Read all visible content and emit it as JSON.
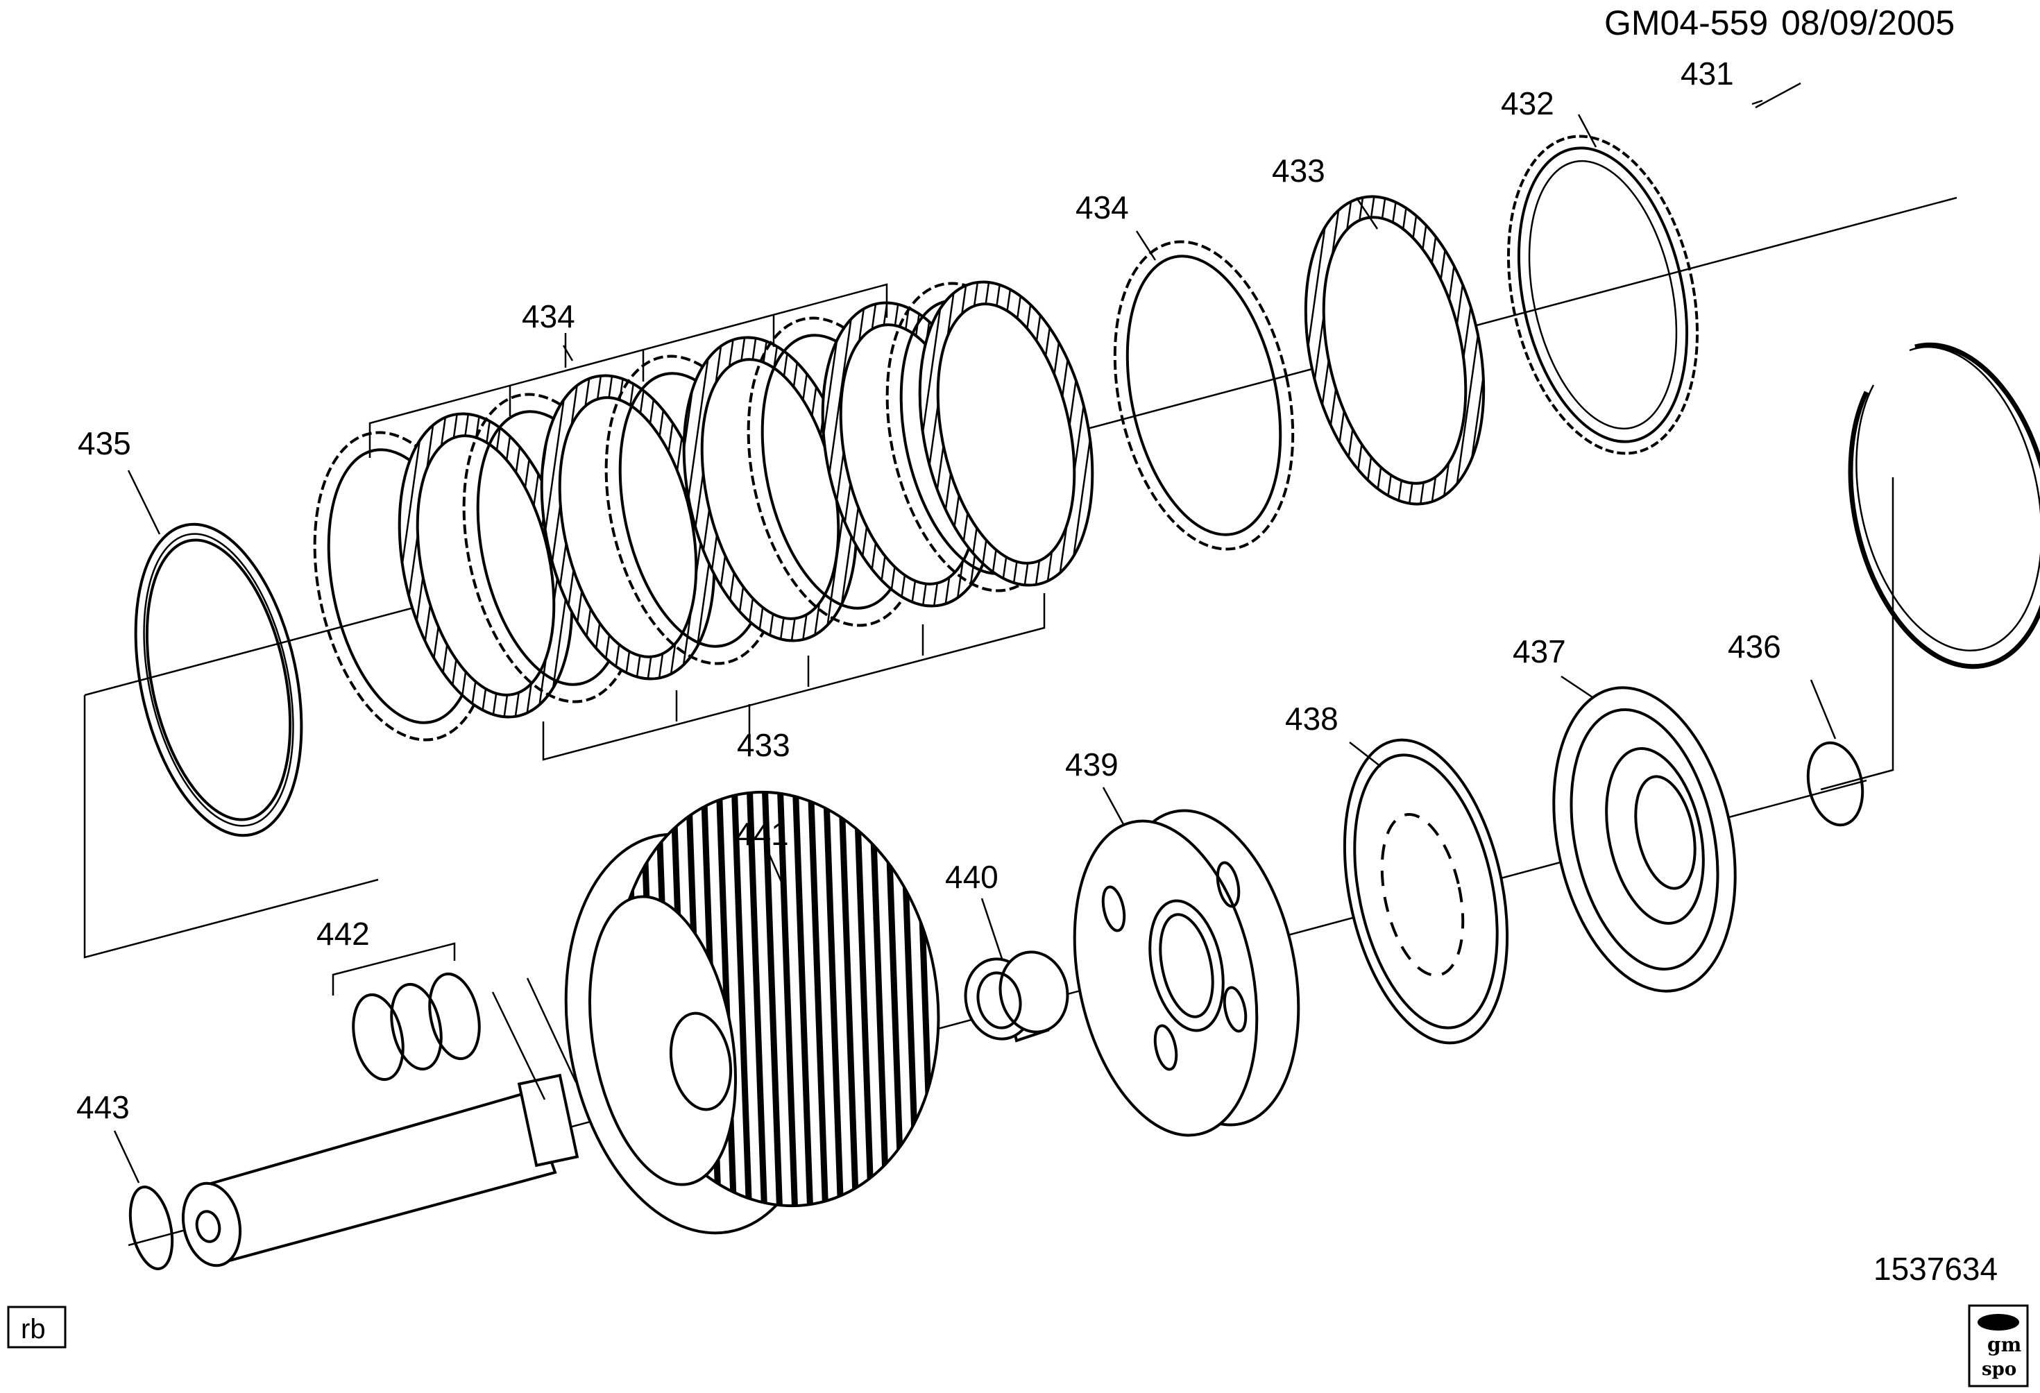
{
  "header": {
    "drawing_code": "GM04-559",
    "date": "08/09/2005"
  },
  "footer": {
    "illustration_number": "1537634",
    "author_initials": "rb",
    "logo_text_top": "gm",
    "logo_text_bottom": "spo"
  },
  "callouts": {
    "c431": "431",
    "c432": "432",
    "c433_top": "433",
    "c434_top": "434",
    "c434_group": "434",
    "c433_group": "433",
    "c435": "435",
    "c436": "436",
    "c437": "437",
    "c438": "438",
    "c439": "439",
    "c440": "440",
    "c441": "441",
    "c442": "442",
    "c443": "443"
  }
}
